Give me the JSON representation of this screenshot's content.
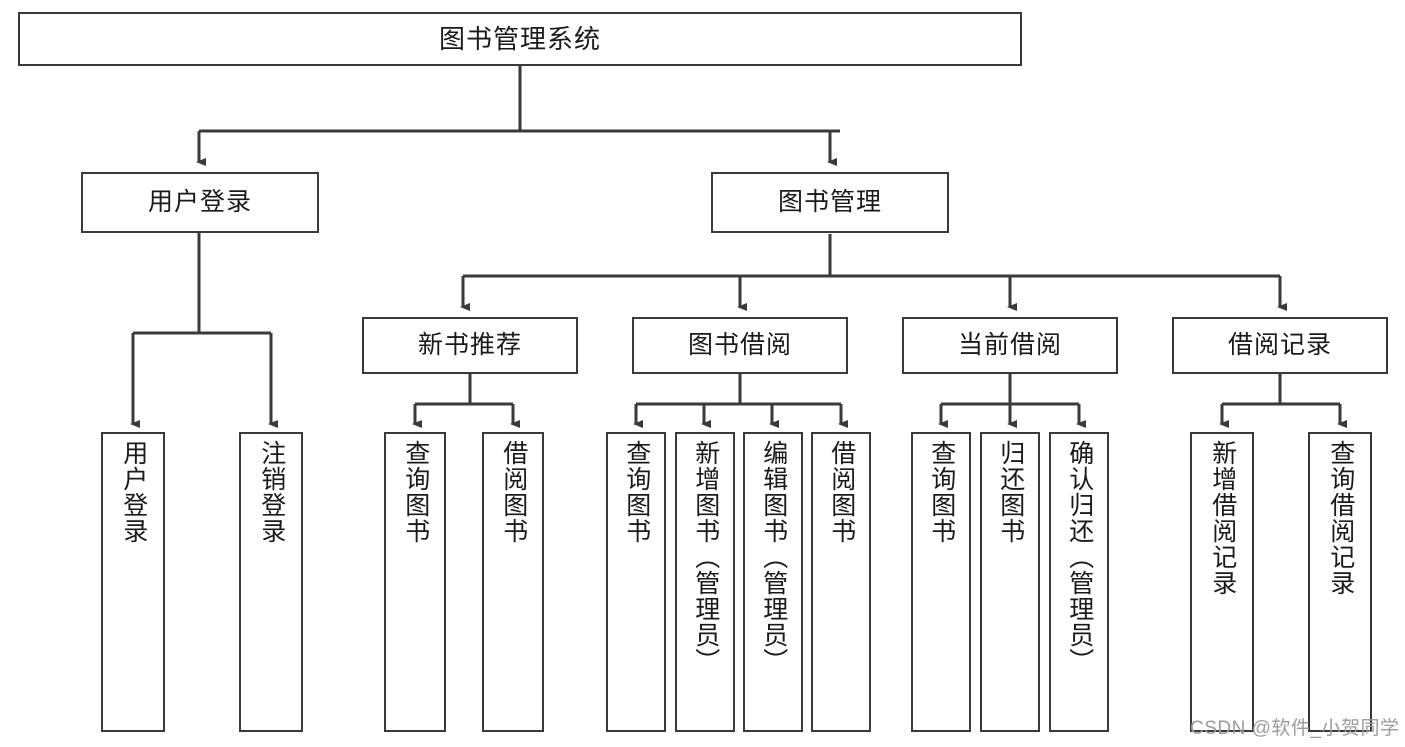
{
  "diagram": {
    "title": "图书管理系统",
    "watermark": "CSDN @软件_小贺同学",
    "colors": {
      "box_border": "#3a3a3a",
      "box_fill": "#ffffff",
      "edge": "#3a3a3a",
      "text": "#1a1a1a",
      "watermark": "#9b9b9b"
    },
    "levels": {
      "root": {
        "label": "图书管理系统"
      },
      "level2": [
        {
          "label": "用户登录"
        },
        {
          "label": "图书管理"
        }
      ],
      "level3": [
        {
          "label": "新书推荐"
        },
        {
          "label": "图书借阅"
        },
        {
          "label": "当前借阅"
        },
        {
          "label": "借阅记录"
        }
      ],
      "leaves": [
        {
          "label": "用户登录",
          "parent": "用户登录"
        },
        {
          "label": "注销登录",
          "parent": "用户登录"
        },
        {
          "label": "查询图书",
          "parent": "新书推荐"
        },
        {
          "label": "借阅图书",
          "parent": "新书推荐"
        },
        {
          "label": "查询图书",
          "parent": "图书借阅"
        },
        {
          "label": "新增图书（管理员）",
          "parent": "图书借阅"
        },
        {
          "label": "编辑图书（管理员）",
          "parent": "图书借阅"
        },
        {
          "label": "借阅图书",
          "parent": "图书借阅"
        },
        {
          "label": "查询图书",
          "parent": "当前借阅"
        },
        {
          "label": "归还图书",
          "parent": "当前借阅"
        },
        {
          "label": "确认归还（管理员）",
          "parent": "当前借阅"
        },
        {
          "label": "新增借阅记录",
          "parent": "借阅记录"
        },
        {
          "label": "查询借阅记录",
          "parent": "借阅记录"
        }
      ]
    }
  }
}
